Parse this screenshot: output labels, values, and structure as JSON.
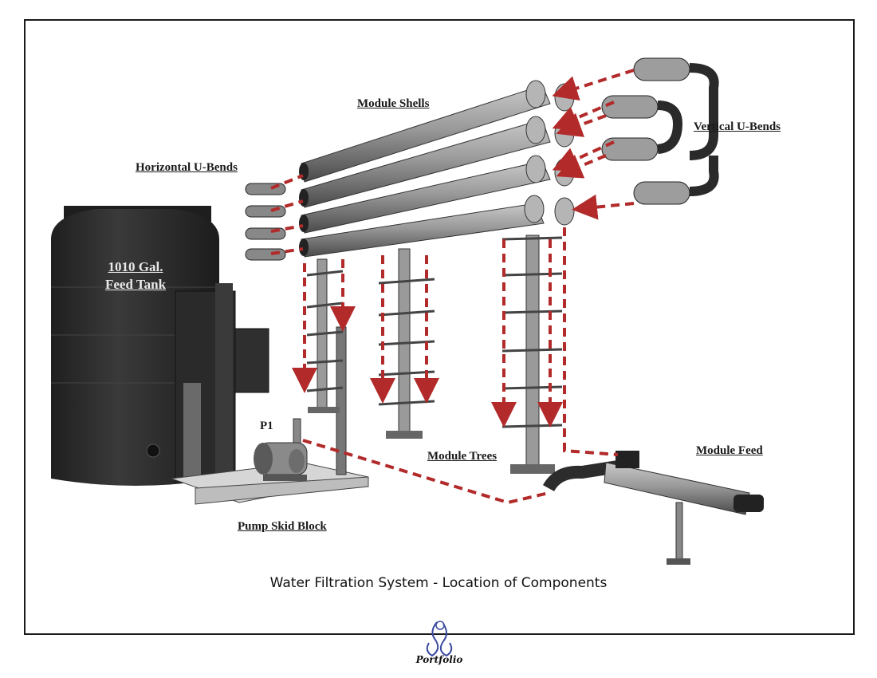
{
  "labels": {
    "module_shells": "Module  Shells",
    "vertical_u_bends": "Vertical U-Bends",
    "horizontal_u_bends": "Horizontal U-Bends",
    "tank_line1": "1010 Gal.",
    "tank_line2": "Feed Tank",
    "p1": "P1",
    "module_trees": "Module  Trees",
    "module_feed": "Module Feed",
    "pump_skid_block": "Pump Skid Block"
  },
  "caption": "Water Filtration System - Location of Components",
  "logo_text": "Portfolio",
  "colors": {
    "arrow": "#b22a2a",
    "pipe": "#8c8c8c",
    "tank": "#2b2b2b",
    "frame": "#1a1a1a"
  }
}
